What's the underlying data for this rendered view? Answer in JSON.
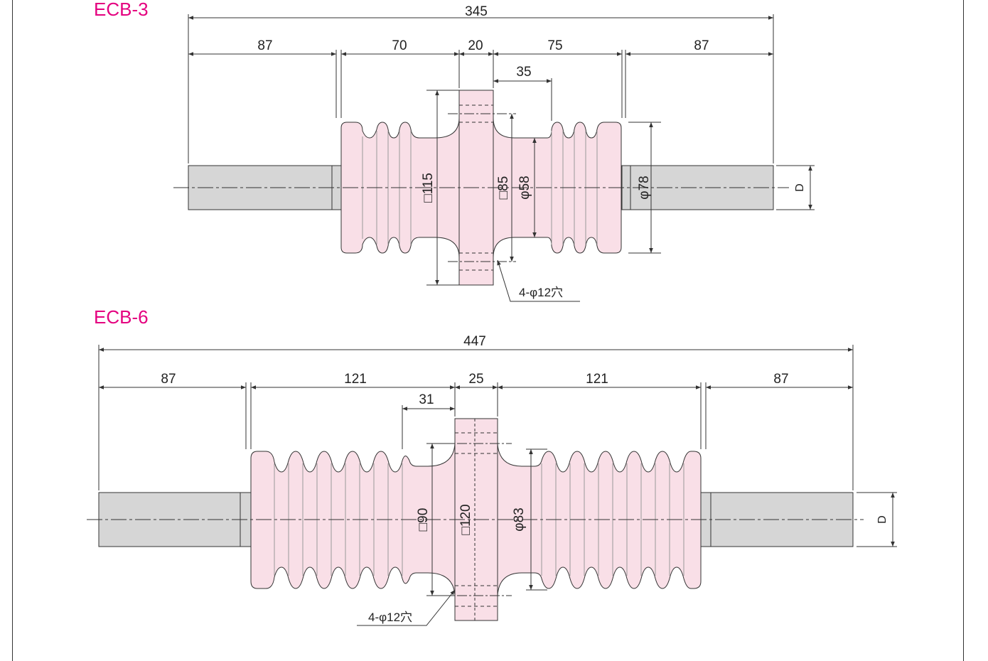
{
  "colors": {
    "title": "#e4007f",
    "bellows_fill": "#f9dfe7",
    "shaft_fill": "#d6d6d6",
    "line": "#333333"
  },
  "ecb3": {
    "title": "ECB-3",
    "dims": {
      "overall": "345",
      "shaft_left": "87",
      "bellows_left": "70",
      "flange": "20",
      "bellows_right": "75",
      "shaft_right": "87",
      "offset": "35",
      "flange_square": "□115",
      "inner_square": "□85",
      "inner_dia": "φ58",
      "outer_dia": "φ78",
      "shaft_dia": "D",
      "holes": "4-φ12穴"
    }
  },
  "ecb6": {
    "title": "ECB-6",
    "dims": {
      "overall": "447",
      "shaft_left": "87",
      "bellows_left": "121",
      "flange": "25",
      "bellows_right": "121",
      "shaft_right": "87",
      "offset": "31",
      "inner_square": "□90",
      "flange_square": "□120",
      "inner_dia": "φ83",
      "shaft_dia": "D",
      "holes": "4-φ12穴"
    }
  }
}
